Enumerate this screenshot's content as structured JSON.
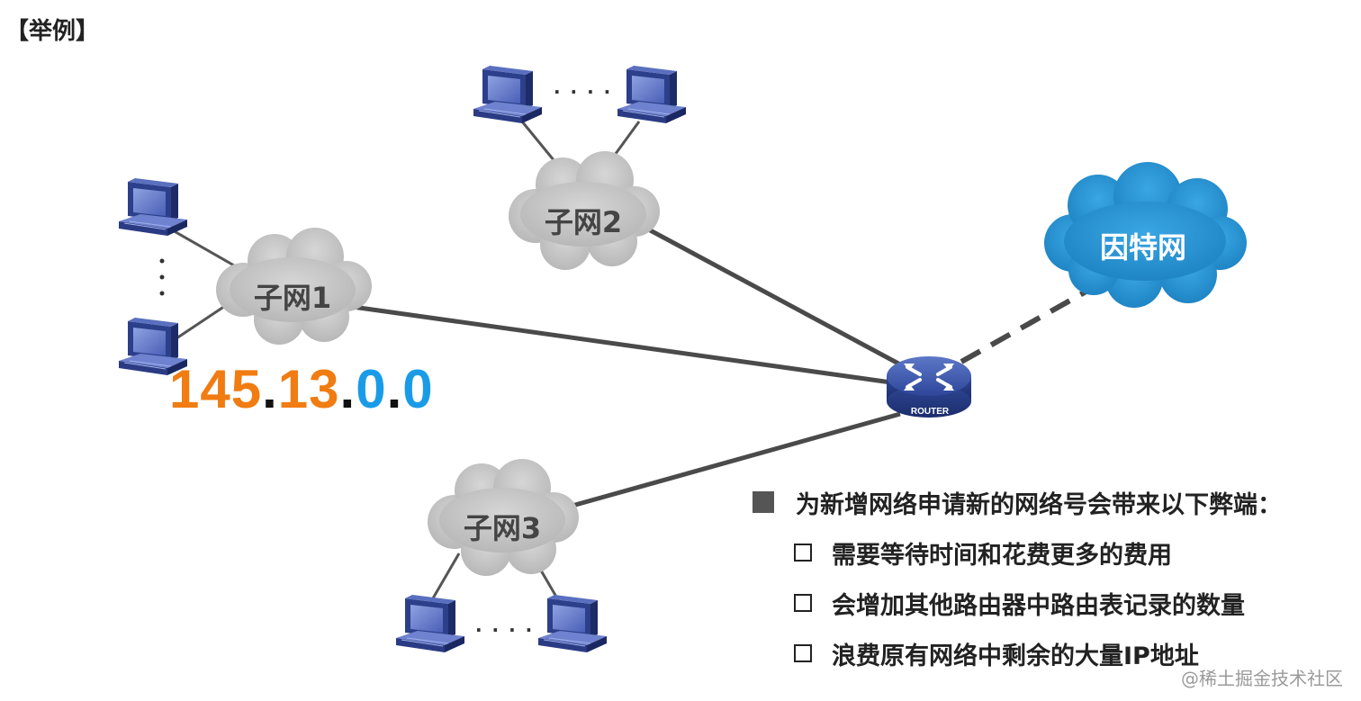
{
  "title": "【举例】",
  "subnets": {
    "net1": "子网1",
    "net2": "子网2",
    "net3": "子网3"
  },
  "internet": "因特网",
  "router_label": "ROUTER",
  "ip": {
    "p1": "145",
    "d1": ".",
    "p2": "13",
    "d2": ".",
    "p3": "0",
    "d3": ".",
    "p4": "0"
  },
  "ellipsis": {
    "top": "· · · ·",
    "bottom": "· · · ·"
  },
  "points": {
    "heading": "为新增网络申请新的网络号会带来以下弊端：",
    "items": [
      "需要等待时间和花费更多的费用",
      "会增加其他路由器中路由表记录的数量",
      "浪费原有网络中剩余的大量IP地址"
    ]
  },
  "watermark": "@稀土掘金技术社区",
  "colors": {
    "cloud_gray": "#c6c6c6",
    "cloud_blue": "#2d95d3",
    "link": "#4a4a4a",
    "ip_orange": "#f07c12",
    "ip_blue": "#1a9be8"
  }
}
